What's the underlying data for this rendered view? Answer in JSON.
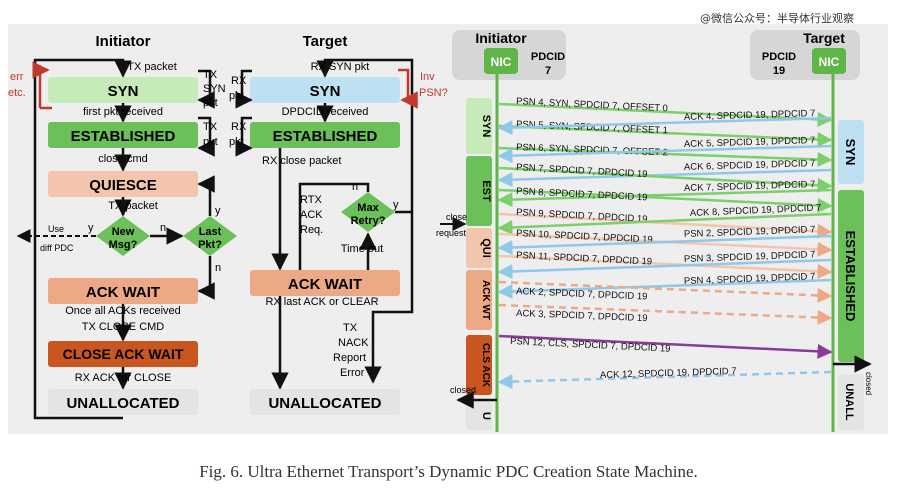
{
  "watermark": "@微信公众号：半导体行业观察",
  "caption": "Fig. 6.  Ultra Ethernet Transport’s Dynamic PDC Creation State Machine.",
  "initiator_fsm": {
    "title": "Initiator",
    "states": {
      "syn": "SYN",
      "established": "ESTABLISHED",
      "quiesce": "QUIESCE",
      "ack_wait": "ACK WAIT",
      "close_ack_wait": "CLOSE ACK WAIT",
      "unallocated": "UNALLOCATED"
    },
    "decisions": {
      "new_msg": [
        "New",
        "Msg?"
      ],
      "last_pkt": [
        "Last",
        "Pkt?"
      ]
    },
    "labels": {
      "tx_packet_top": "TX  packet",
      "err": "err",
      "etc": "etc.",
      "tx_syn_pkt": [
        "TX",
        "SYN",
        "pkt"
      ],
      "first_pkt": "first pkt received",
      "tx_pkt": [
        "TX",
        "pkt"
      ],
      "close_cmd": "close cmd",
      "tx_packet_mid": "TX  packet",
      "y_left": "y",
      "n_mid": "n",
      "y_right": "y",
      "n_bottom": "n",
      "use": "Use",
      "diff_pdc": "diff PDC",
      "once_all": "Once all ACKs received",
      "tx_close_cmd": "TX  CLOSE CMD",
      "rx_ack_close": "RX ACK  for CLOSE"
    }
  },
  "target_fsm": {
    "title": "Target",
    "states": {
      "syn": "SYN",
      "established": "ESTABLISHED",
      "ack_wait": "ACK WAIT",
      "unallocated": "UNALLOCATED"
    },
    "decisions": {
      "max_retry": [
        "Max",
        "Retry?"
      ]
    },
    "labels": {
      "rx_syn_pkt": "RX  SYN pkt",
      "inv": "Inv",
      "psn": "PSN?",
      "rx_pkt_a": [
        "RX",
        "pkt"
      ],
      "dpdcid_received": "DPDCID  received",
      "rx_pkt_b": [
        "RX",
        "pkt"
      ],
      "rx_close_packet": "RX  close packet",
      "rtx_ack_req": [
        "RTX",
        "ACK",
        "Req."
      ],
      "n": "n",
      "y": "y",
      "time_out": "Time out",
      "rx_last_ack": "RX  last ACK or CLEAR",
      "tx_nack": [
        "TX",
        "NACK",
        "Report",
        "Error"
      ]
    }
  },
  "sequence": {
    "initiator_label": "Initiator",
    "target_label": "Target",
    "nic": "NIC",
    "pdcid_init": [
      "PDCID",
      "7"
    ],
    "pdcid_target": [
      "PDCID",
      "19"
    ],
    "left_states": [
      "SYN",
      "EST",
      "QUI",
      "ACK WT",
      "CLS ACK",
      "U"
    ],
    "right_states": [
      "SYN",
      "ESTABLISHED",
      "UNALL"
    ],
    "close_request": [
      "close",
      "request"
    ],
    "closed_left": "closed",
    "closed_right": "closed",
    "messages_right": [
      "PSN 4, SYN, SPDCID 7, OFFSET 0",
      "PSN 5, SYN, SPDCID 7, OFFSET 1",
      "PSN 6, SYN, SPDCID 7, OFFSET 2",
      "PSN 7, SPDCID 7, DPDCID 19",
      "PSN 8, SPDCID 7, DPDCID 19",
      "PSN 9, SPDCID 7, DPDCID 19",
      "PSN 10, SPDCID 7, DPDCID 19",
      "PSN 11, SPDCID 7, DPDCID 19",
      "PSN 12, CLS, SPDCID 7, DPDCID 19"
    ],
    "messages_left": [
      "ACK 4, SPDCID 19, DPDCID 7",
      "ACK 5, SPDCID 19, DPDCID 7",
      "ACK 6, SPDCID 19, DPDCID 7",
      "ACK 7, SPDCID 19, DPDCID 7",
      "ACK 8, SPDCID 19, DPDCID 7",
      "PSN 2, SPDCID 19, DPDCID 7",
      "PSN 3, SPDCID 19, DPDCID 7",
      "PSN 4, SPDCID 19, DPDCID 7",
      "ACK 2, SPDCID 7, DPDCID 19",
      "ACK 3, SPDCID 7, DPDCID 19",
      "ACK 12, SPDCID 19, DPDCID 7"
    ]
  },
  "colors": {
    "syn_green": "#c6eab8",
    "est_green": "#6cc05a",
    "target_syn_blue": "#bde0f2",
    "quiesce": "#f4c5ad",
    "ack_wait": "#eda986",
    "close_ack_wait": "#c9561e",
    "unallocated": "#e4e4e4",
    "nic_green": "#5fb548",
    "purple": "#8a3a9a",
    "err_red": "#c0392b"
  }
}
